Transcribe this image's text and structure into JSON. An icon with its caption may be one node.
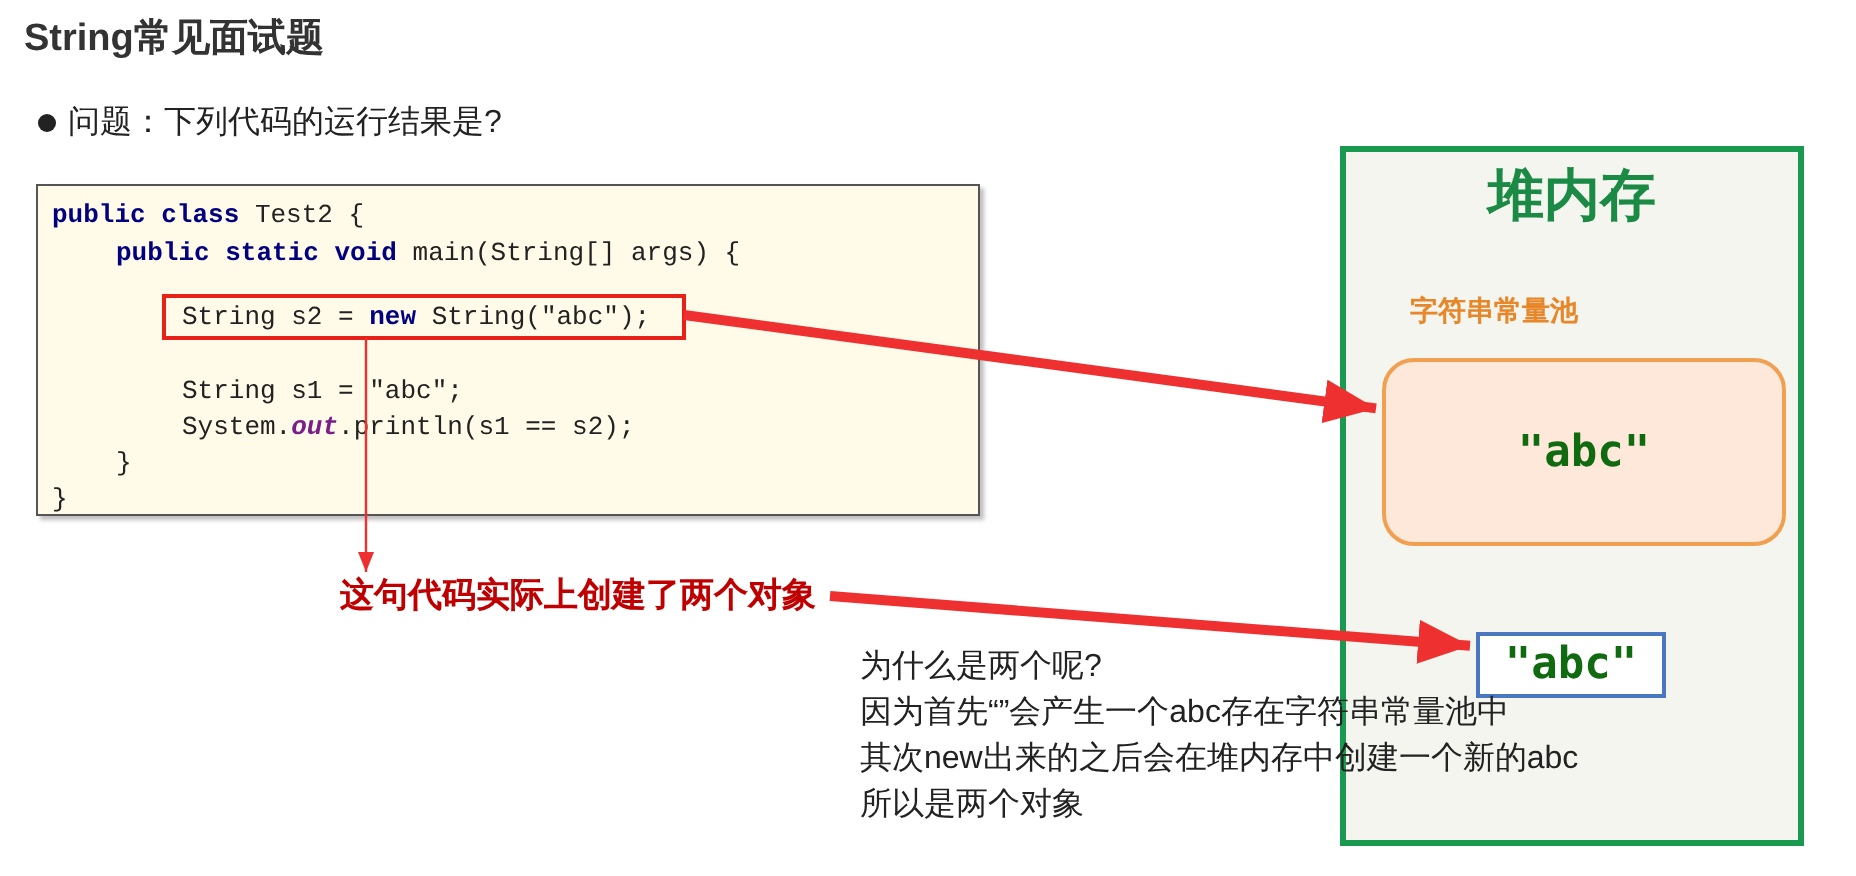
{
  "diagram": {
    "title": "String常见面试题",
    "nodes": [
      {
        "text": [
          "**public** **class** Test2 {",
          "**public** **static** **void** main(String[] args) {",
          "String s1 = \"abc\";",
          "System.*out*.println(s1 == s2);",
          "}",
          "}"
        ]
      },
      {
        "text": [
          "String s2 = **new** String(\"abc\");"
        ],
        "in": 0
      },
      {
        "text": [
          "堆内存"
        ]
      },
      {
        "text": [
          "字符串常量池",
          "\"abc\""
        ],
        "in": 2
      },
      {
        "text": [
          "\"abc\""
        ],
        "in": 2
      },
      {
        "text": [
          "这句代码实际上创建了两个对象"
        ]
      }
    ],
    "edges": [
      {
        "from": 1,
        "to": 3,
        "arrow": "to"
      },
      {
        "from": 1,
        "to": 5,
        "arrow": "to"
      },
      {
        "from": 5,
        "to": 4,
        "arrow": "to"
      }
    ],
    "labels": [
      "问题：下列代码的运行结果是?",
      "为什么是两个呢?",
      "因为首先“”会产生一个abc存在字符串常量池中",
      "其次new出来的之后会在堆内存中创建一个新的abc",
      "所以是两个对象"
    ]
  }
}
